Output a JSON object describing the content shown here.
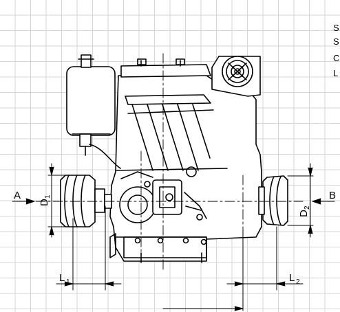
{
  "labels": {
    "arrow_a": "A",
    "arrow_b": "B",
    "d1": "D",
    "d1_sub": "1",
    "d2": "D",
    "d2_sub": "2",
    "l1": "L",
    "l1_sub": "1",
    "l2": "L",
    "l2_sub": "2"
  },
  "side_text": [
    "S",
    "S",
    "C",
    "L"
  ]
}
